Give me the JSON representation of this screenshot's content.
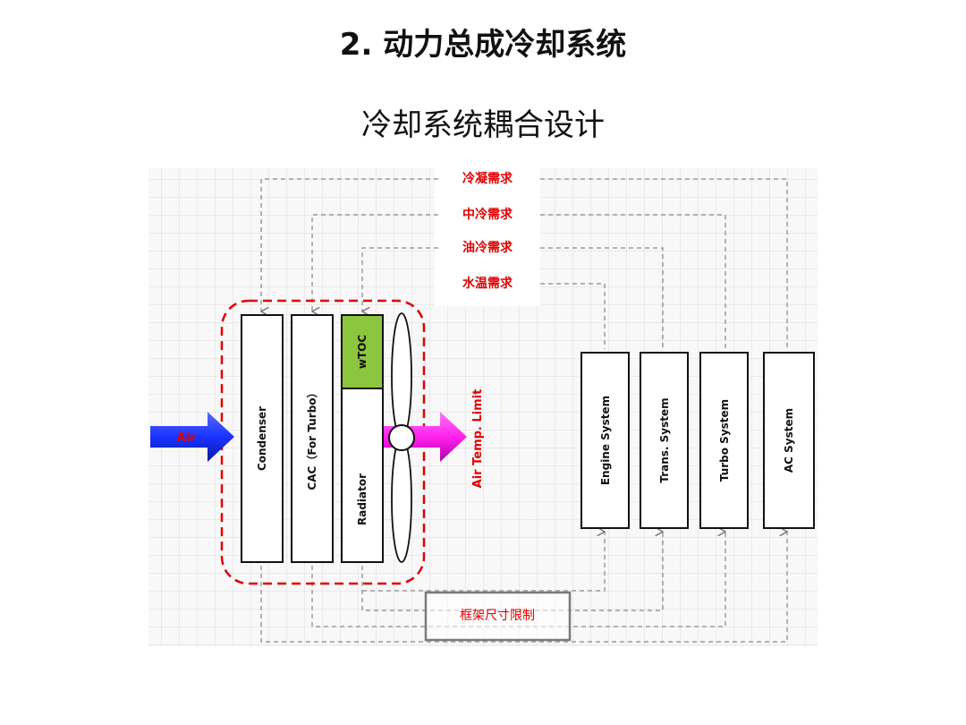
{
  "title": "2. 动力总成冷却系统",
  "subtitle": "冷却系统耦合设计",
  "demands": [
    "冷凝需求",
    "中冷需求",
    "油冷需求",
    "水温需求"
  ],
  "cooling_module": {
    "condenser": "Condenser",
    "cac": "CAC（For Turbo）",
    "wtoc": "wTOC",
    "radiator": "Radiator"
  },
  "air_in_label": "Air",
  "air_out_label": "Air Temp. Limit",
  "systems": [
    "Engine System",
    "Trans. System",
    "Turbo System",
    "AC System"
  ],
  "frame_limit_label": "框架尺寸限制",
  "colors": {
    "red": "#e00000",
    "wtoc_green": "#8cc63f",
    "air_blue": "#1a33ff",
    "air_magenta": "#ff22ee"
  }
}
